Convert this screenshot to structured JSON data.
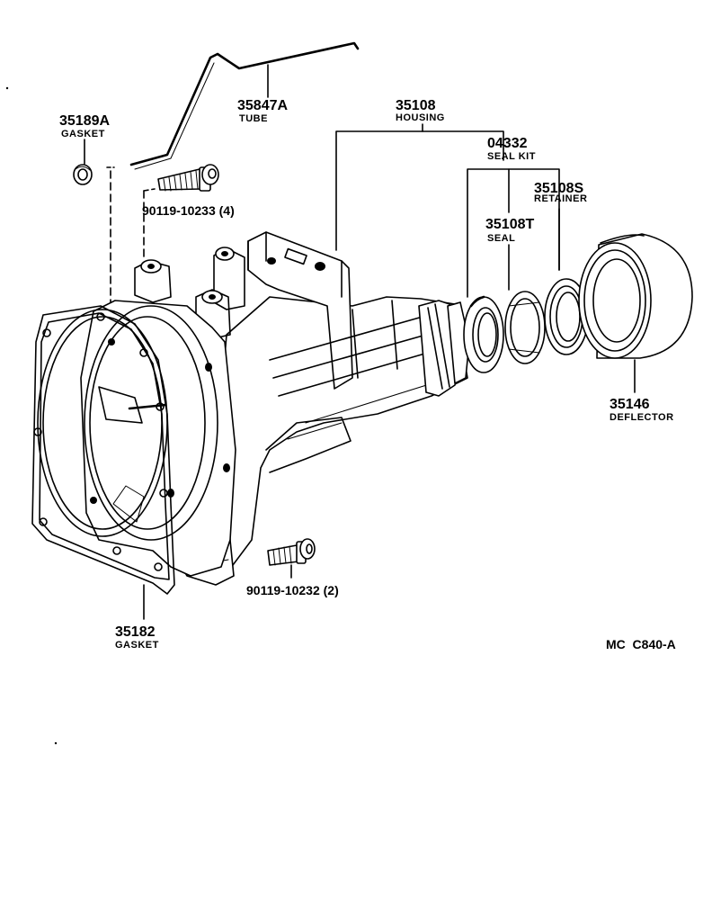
{
  "parts": {
    "tube": {
      "number": "35847A",
      "name": "TUBE"
    },
    "gasket_small": {
      "number": "35189A",
      "name": "GASKET"
    },
    "housing": {
      "number": "35108",
      "name": "HOUSING"
    },
    "seal_kit": {
      "number": "04332",
      "name": "SEAL KIT"
    },
    "retainer": {
      "number": "35108S",
      "name": "RETAINER"
    },
    "seal": {
      "number": "35108T",
      "name": "SEAL"
    },
    "deflector": {
      "number": "35146",
      "name": "DEFLECTOR"
    },
    "bolt_upper": {
      "number": "90119-10233 (4)"
    },
    "bolt_lower": {
      "number": "90119-10232 (2)"
    },
    "gasket_large": {
      "number": "35182",
      "name": "GASKET"
    }
  },
  "diagram_code": "MC  C840-A"
}
